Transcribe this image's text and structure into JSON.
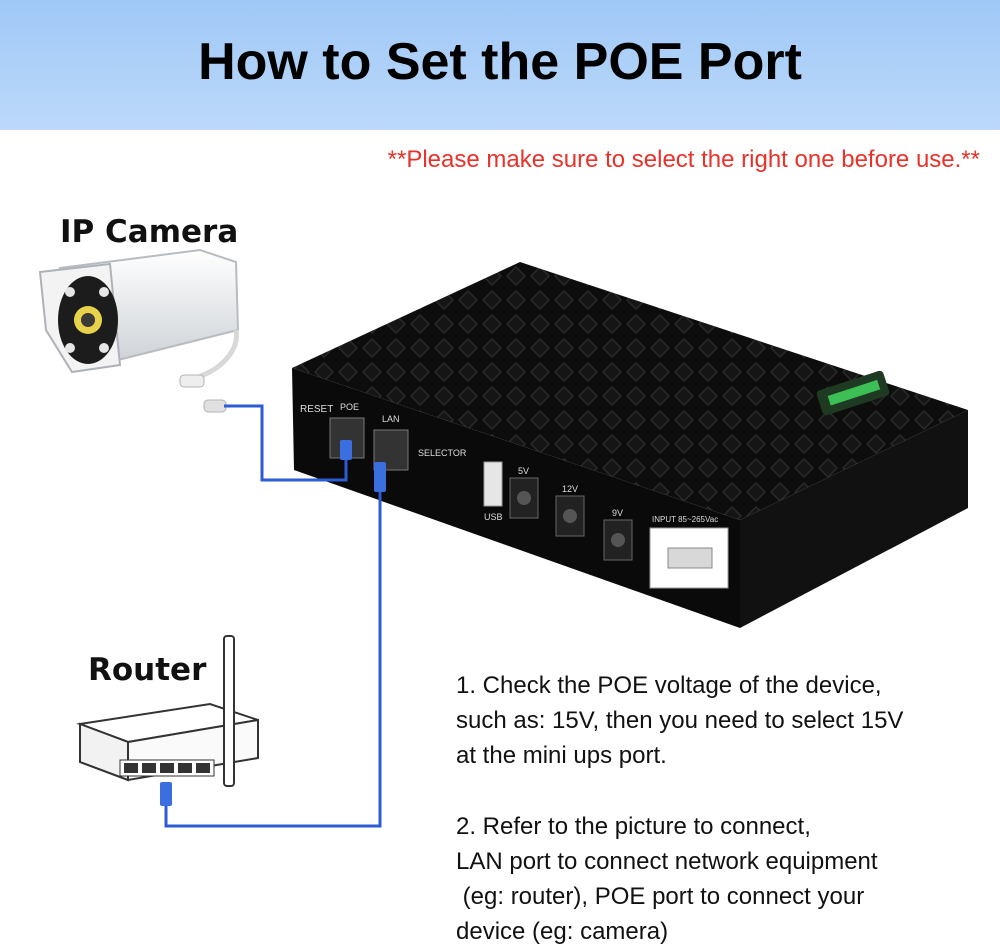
{
  "title": "How to Set the POE Port",
  "warning": "**Please make sure to select the right one before use.**",
  "labels": {
    "camera": "IP Camera",
    "router": "Router"
  },
  "device": {
    "reset": "RESET",
    "poe": "POE",
    "lan": "LAN",
    "selector": "SELECTOR",
    "usb": "USB",
    "p5v": "5V",
    "p12v": "12V",
    "p9v": "9V",
    "input": "INPUT 85~265Vac"
  },
  "instructions": {
    "step1_line1": "1. Check the POE voltage of the device,",
    "step1_line2": "such as: 15V, then you need to select 15V",
    "step1_line3": "at the mini ups port.",
    "step2_line1": "2. Refer to the picture to connect,",
    "step2_line2": "LAN port to connect network equipment",
    "step2_line3": " (eg: router), POE port to connect your",
    "step2_line4": "device (eg: camera)"
  },
  "colors": {
    "banner": "#a9cff8",
    "warning": "#e8322a",
    "cable": "#2c5bd6"
  }
}
